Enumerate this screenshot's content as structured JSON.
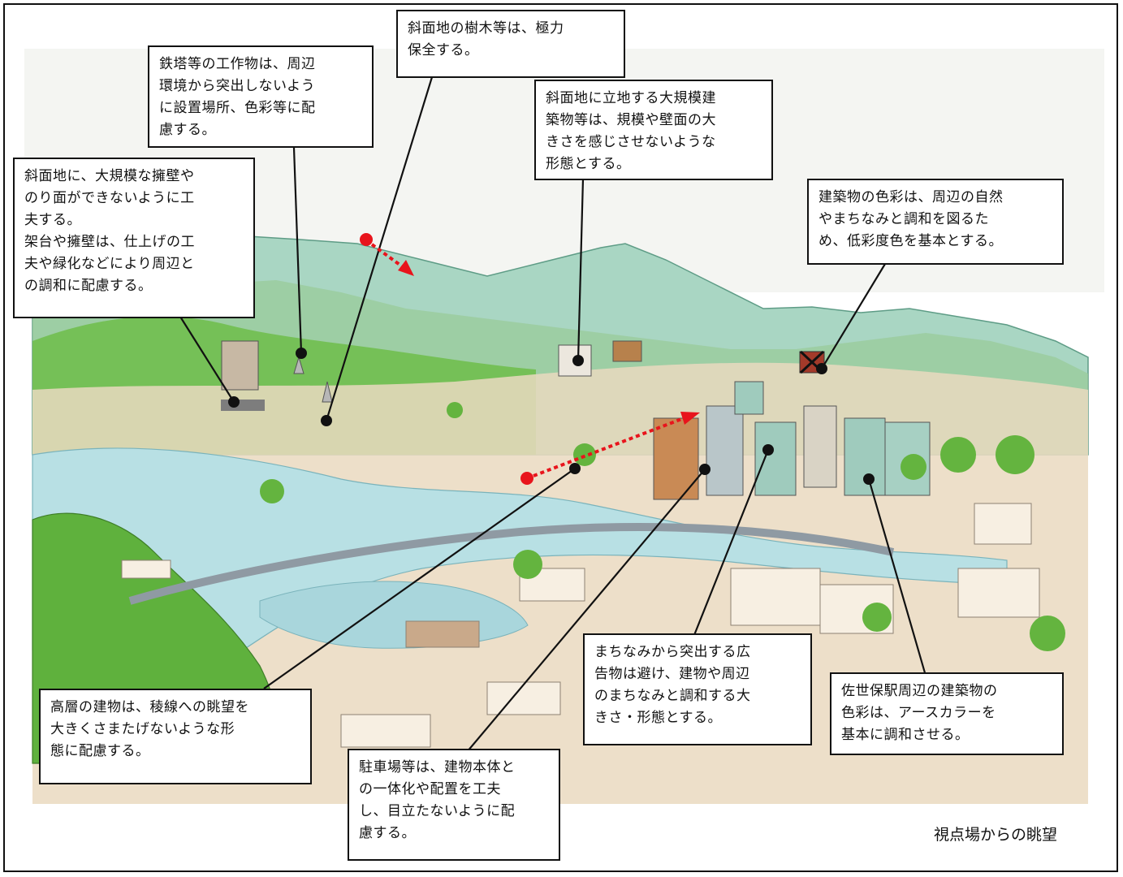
{
  "annotations": {
    "slope_retaining_walls": "斜面地に、大規模な擁壁や\nのり面ができないように工\n夫する。\n架台や擁壁は、仕上げの工\n夫や緑化などにより周辺と\nの調和に配慮する。",
    "tower_structures": "鉄塔等の工作物は、周辺\n環境から突出しないよう\nに設置場所、色彩等に配\n慮する。",
    "slope_trees": "斜面地の樹木等は、極力\n保全する。",
    "slope_large_buildings": "斜面地に立地する大規模建\n築物等は、規模や壁面の大\nきさを感じさせないような\n形態とする。",
    "building_colors": "建築物の色彩は、周辺の自然\nやまちなみと調和を図るた\nめ、低彩度色を基本とする。",
    "high_rise": "高層の建物は、稜線への眺望を\n大きくさまたげないような形\n態に配慮する。",
    "parking": "駐車場等は、建物本体と\nの一体化や配置を工夫\nし、目立たないように配\n慮する。",
    "signage": "まちなみから突出する広\n告物は避け、建物や周辺\nのまちなみと調和する大\nきさ・形態とする。",
    "station_area": "佐世保駅周辺の建築物の\n色彩は、アースカラーを\n基本に調和させる。"
  },
  "legend": {
    "label": "視点場からの眺望",
    "marker_color": "#e8141c"
  }
}
